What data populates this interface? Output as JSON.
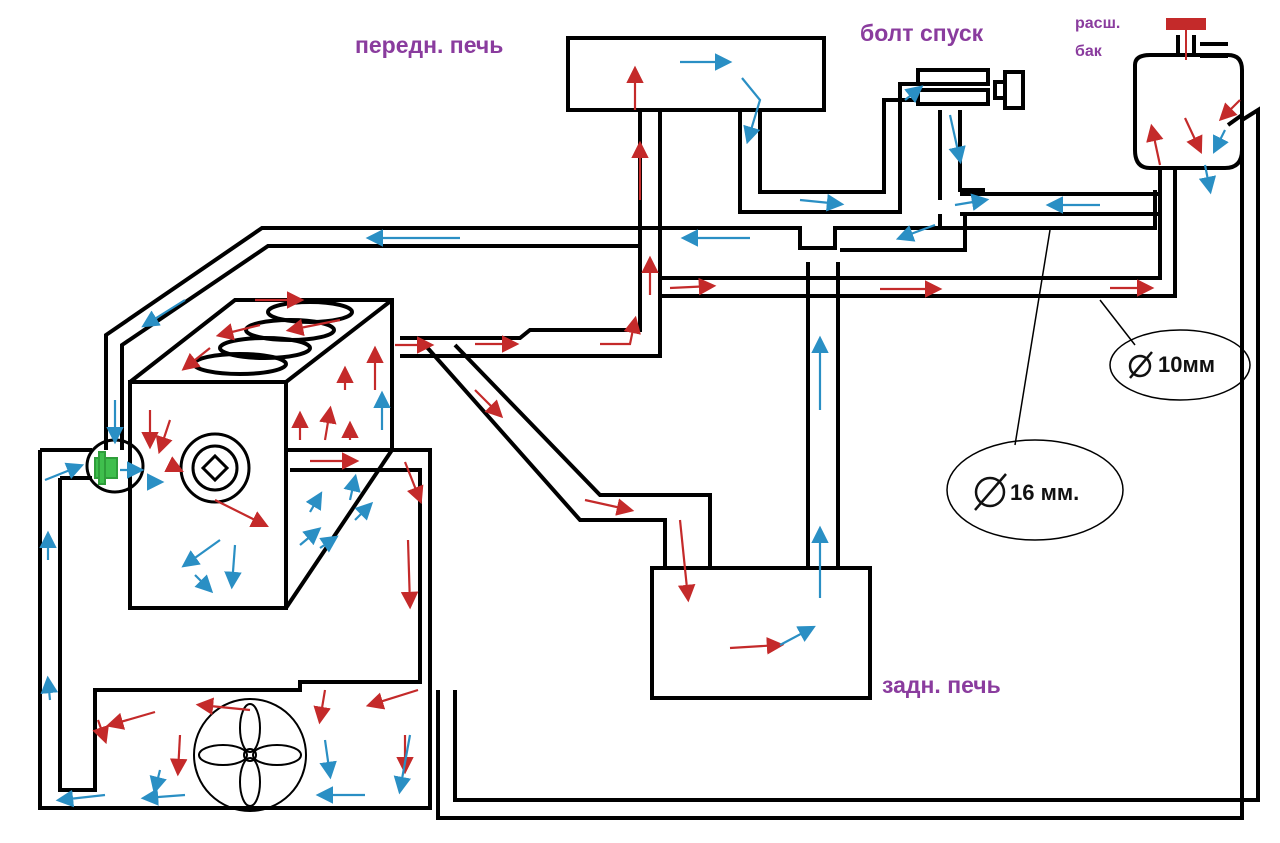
{
  "labels": {
    "front_heater": "передн. печь",
    "bleed_bolt": "болт спуск",
    "exp_tank_line1": "расш.",
    "exp_tank_line2": "бак",
    "rear_heater": "задн. печь",
    "diameter_10": "10мм",
    "diameter_16": "16 мм."
  },
  "colors": {
    "pipe": "#000000",
    "hot_flow": "#c42a2a",
    "cold_flow": "#2a8fc4",
    "label": "#8a3c9e",
    "thermostat": "#2e9e3a"
  },
  "icons": {
    "diameter_symbol": "⌀",
    "pump": "water-pump-icon",
    "fan": "radiator-fan-icon",
    "thermostat": "thermostat-icon"
  }
}
